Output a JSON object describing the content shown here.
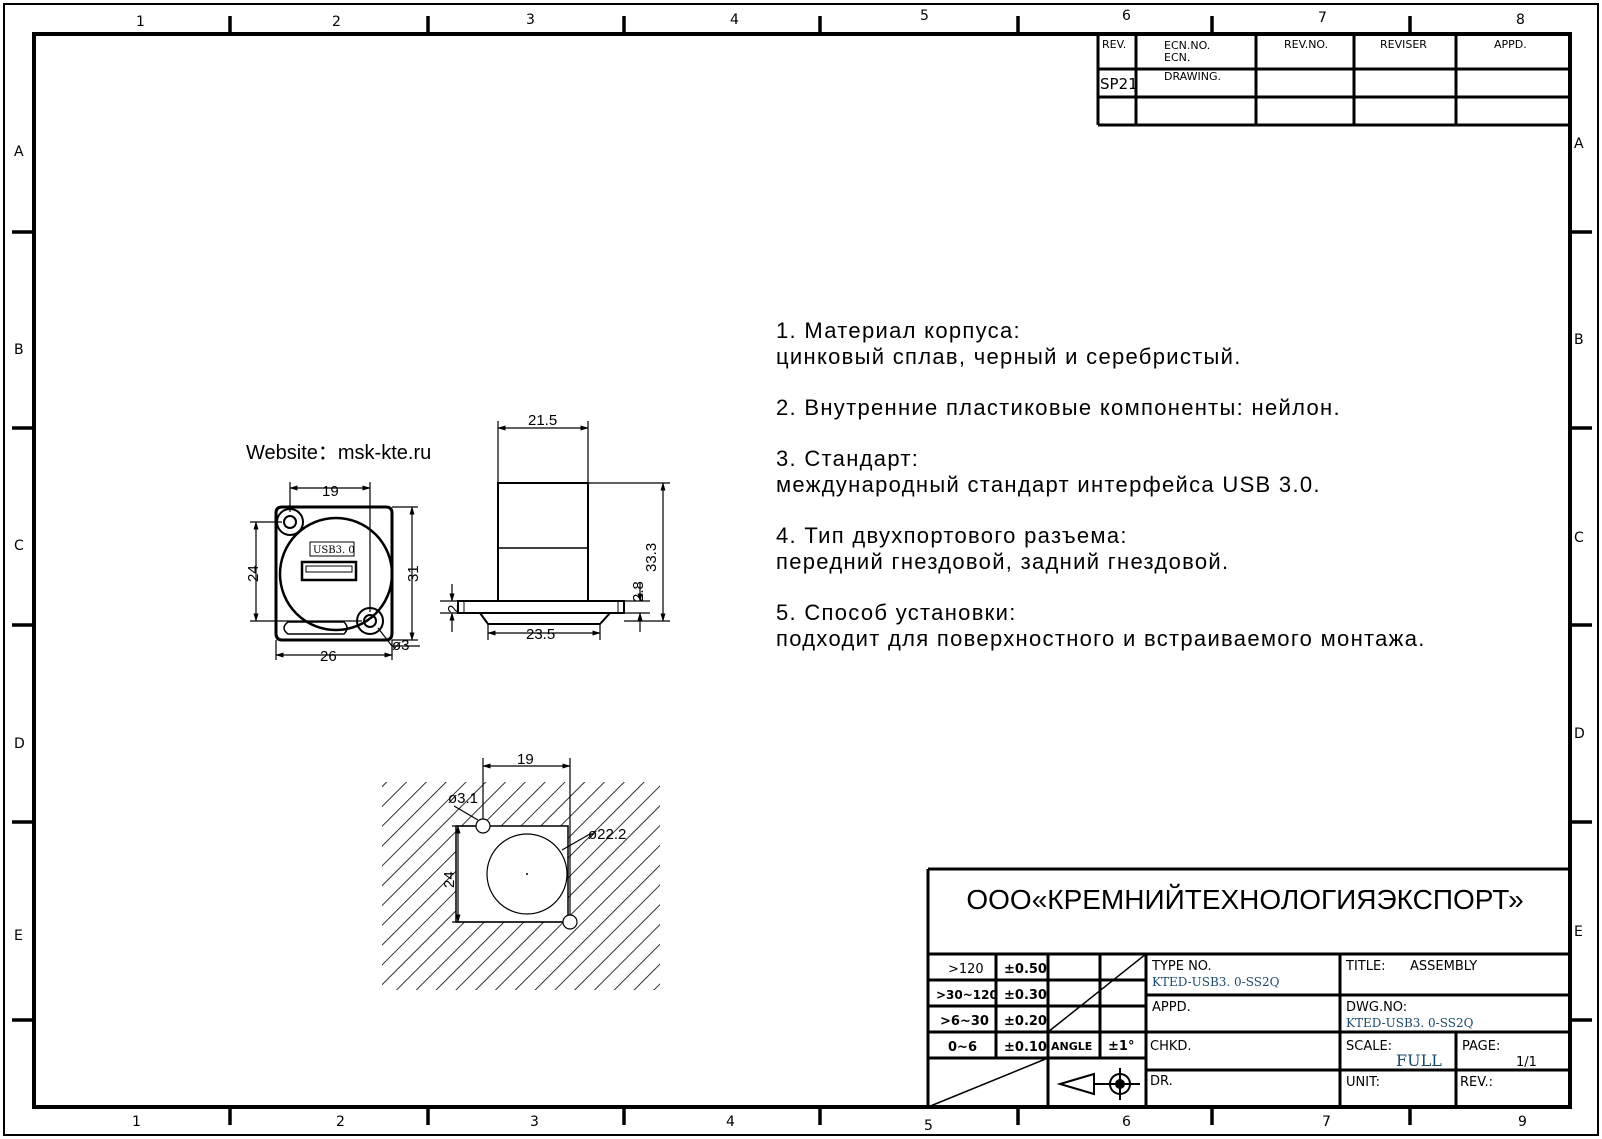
{
  "frame": {
    "top_numbers": [
      "1",
      "2",
      "3",
      "4",
      "5",
      "6",
      "7",
      "8"
    ],
    "bottom_numbers": [
      "1",
      "2",
      "3",
      "4",
      "5",
      "6",
      "7",
      "9"
    ],
    "side_letters": [
      "A",
      "B",
      "C",
      "D",
      "E"
    ]
  },
  "revision_table": {
    "headers": {
      "rev": "REV.",
      "ecn": "ECN.NO.\nECN.",
      "rev_no": "REV.NO.",
      "reviser": "REVISER",
      "appd": "APPD."
    },
    "row1": {
      "rev": "SP21",
      "ecn": "DRAWING."
    }
  },
  "website": "Website：msk-kte.ru",
  "notes": [
    {
      "line1": "1. Материал корпуса:",
      "line2": "цинковый сплав, черный и серебристый."
    },
    {
      "line1": "2. Внутренние пластиковые компоненты: нейлон.",
      "line2": ""
    },
    {
      "line1": "3. Стандарт:",
      "line2": "международный стандарт интерфейса USB 3.0."
    },
    {
      "line1": "4. Тип двухпортового разъема:",
      "line2": "передний гнездовой, задний гнездовой."
    },
    {
      "line1": "5. Способ установки:",
      "line2": "подходит для поверхностного и встраиваемого монтажа."
    }
  ],
  "front_view": {
    "dims": {
      "top_width": "19",
      "left_height": "24",
      "right_height": "31",
      "bottom_width": "26",
      "hole": "ø3"
    },
    "label": "USB3. 0"
  },
  "side_view": {
    "dims": {
      "top_width": "21.5",
      "height": "33.3",
      "flange": "2.8",
      "base_width": "23.5",
      "left_small": "2"
    }
  },
  "cutout_view": {
    "dims": {
      "top_width": "19",
      "hole_small": "ø3.1",
      "hole_large": "ø22.2",
      "height": "24"
    }
  },
  "title_block": {
    "company": "ООО«КРЕМНИЙТЕХНОЛОГИЯЭКСПОРТ»",
    "tolerances": [
      {
        "range": ">120",
        "tol": "±0.50"
      },
      {
        "range": ">30~120",
        "tol": "±0.30"
      },
      {
        "range": ">6~30",
        "tol": "±0.20"
      },
      {
        "range": "0~6",
        "tol": "±0.10"
      }
    ],
    "angle_label": "ANGLE",
    "angle_tol": "±1°",
    "type_no_label": "TYPE  NO.",
    "type_no_value": "KTED-USB3. 0-SS2Q",
    "appd_label": "APPD.",
    "chkd_label": "CHKD.",
    "dr_label": "DR.",
    "title_label": "TITLE:",
    "title_value": "ASSEMBLY",
    "dwg_no_label": "DWG.NO:",
    "dwg_no_value": "KTED-USB3. 0-SS2Q",
    "scale_label": "SCALE:",
    "scale_value": "FULL",
    "page_label": "PAGE:",
    "page_value": "1/1",
    "unit_label": "UNIT:",
    "rev_label": "REV.:"
  }
}
